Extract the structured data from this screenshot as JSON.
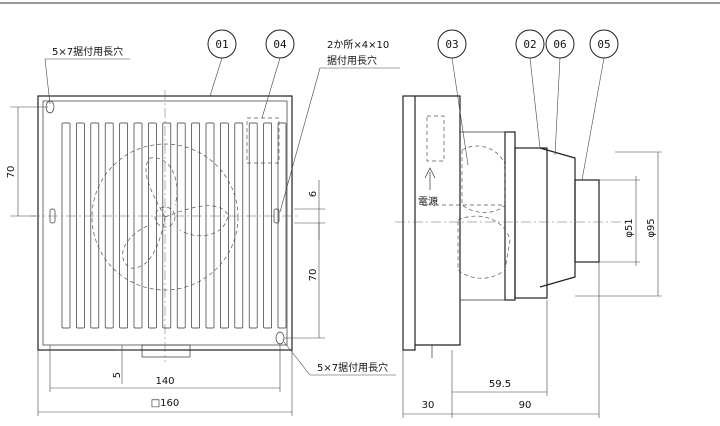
{
  "parts": {
    "p01": "01",
    "p02": "02",
    "p03": "03",
    "p04": "04",
    "p05": "05",
    "p06": "06"
  },
  "notes": {
    "slot_top": "5×7据付用長穴",
    "slot_bottom": "5×7据付用長穴",
    "slot_side_line1": "2か所×4×10",
    "slot_side_line2": "据付用長穴",
    "power": "電源"
  },
  "dimensions": {
    "d70_left": "70",
    "d6": "6",
    "d70_right": "70",
    "d5": "5",
    "d140": "140",
    "d160": "□160",
    "d51": "φ51",
    "d95": "φ95",
    "d59_5": "59.5",
    "d30": "30",
    "d90": "90"
  }
}
